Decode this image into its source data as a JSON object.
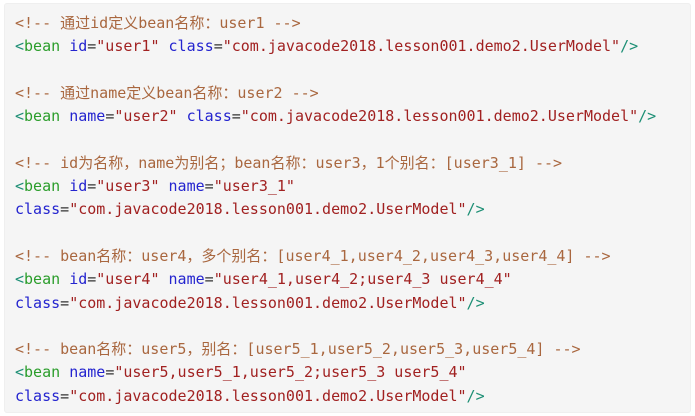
{
  "colors": {
    "page_background": "#ffffff",
    "code_background": "#f5f5f5",
    "text": "#333333",
    "comment": "#a9673f",
    "tag_delimiter": "#1d8f75",
    "tag_name": "#2a9d2a",
    "attribute_name": "#2424cf",
    "attribute_value": "#a12121"
  },
  "code_block": {
    "lines": [
      {
        "tokens": [
          [
            "comment",
            "<!-- 通过id定义bean名称：user1 -->"
          ]
        ]
      },
      {
        "tokens": [
          [
            "punct",
            "<"
          ],
          [
            "tag",
            "bean"
          ],
          [
            "plain",
            " "
          ],
          [
            "attr",
            "id"
          ],
          [
            "plain",
            "="
          ],
          [
            "str",
            "\"user1\""
          ],
          [
            "plain",
            " "
          ],
          [
            "attr",
            "class"
          ],
          [
            "plain",
            "="
          ],
          [
            "str",
            "\"com.javacode2018.lesson001.demo2.UserModel\""
          ],
          [
            "punct",
            "/>"
          ]
        ]
      },
      {
        "tokens": []
      },
      {
        "tokens": [
          [
            "comment",
            "<!-- 通过name定义bean名称：user2 -->"
          ]
        ]
      },
      {
        "tokens": [
          [
            "punct",
            "<"
          ],
          [
            "tag",
            "bean"
          ],
          [
            "plain",
            " "
          ],
          [
            "attr",
            "name"
          ],
          [
            "plain",
            "="
          ],
          [
            "str",
            "\"user2\""
          ],
          [
            "plain",
            " "
          ],
          [
            "attr",
            "class"
          ],
          [
            "plain",
            "="
          ],
          [
            "str",
            "\"com.javacode2018.lesson001.demo2.UserModel\""
          ],
          [
            "punct",
            "/>"
          ]
        ]
      },
      {
        "tokens": []
      },
      {
        "tokens": [
          [
            "comment",
            "<!-- id为名称，name为别名；bean名称：user3，1个别名：[user3_1] -->"
          ]
        ]
      },
      {
        "tokens": [
          [
            "punct",
            "<"
          ],
          [
            "tag",
            "bean"
          ],
          [
            "plain",
            " "
          ],
          [
            "attr",
            "id"
          ],
          [
            "plain",
            "="
          ],
          [
            "str",
            "\"user3\""
          ],
          [
            "plain",
            " "
          ],
          [
            "attr",
            "name"
          ],
          [
            "plain",
            "="
          ],
          [
            "str",
            "\"user3_1\""
          ]
        ]
      },
      {
        "tokens": [
          [
            "attr",
            "class"
          ],
          [
            "plain",
            "="
          ],
          [
            "str",
            "\"com.javacode2018.lesson001.demo2.UserModel\""
          ],
          [
            "punct",
            "/>"
          ]
        ]
      },
      {
        "tokens": []
      },
      {
        "tokens": [
          [
            "comment",
            "<!-- bean名称：user4，多个别名：[user4_1,user4_2,user4_3,user4_4] -->"
          ]
        ]
      },
      {
        "tokens": [
          [
            "punct",
            "<"
          ],
          [
            "tag",
            "bean"
          ],
          [
            "plain",
            " "
          ],
          [
            "attr",
            "id"
          ],
          [
            "plain",
            "="
          ],
          [
            "str",
            "\"user4\""
          ],
          [
            "plain",
            " "
          ],
          [
            "attr",
            "name"
          ],
          [
            "plain",
            "="
          ],
          [
            "str",
            "\"user4_1,user4_2;user4_3 user4_4\""
          ]
        ]
      },
      {
        "tokens": [
          [
            "attr",
            "class"
          ],
          [
            "plain",
            "="
          ],
          [
            "str",
            "\"com.javacode2018.lesson001.demo2.UserModel\""
          ],
          [
            "punct",
            "/>"
          ]
        ]
      },
      {
        "tokens": []
      },
      {
        "tokens": [
          [
            "comment",
            "<!-- bean名称：user5，别名：[user5_1,user5_2,user5_3,user5_4] -->"
          ]
        ]
      },
      {
        "tokens": [
          [
            "punct",
            "<"
          ],
          [
            "tag",
            "bean"
          ],
          [
            "plain",
            " "
          ],
          [
            "attr",
            "name"
          ],
          [
            "plain",
            "="
          ],
          [
            "str",
            "\"user5,user5_1,user5_2;user5_3 user5_4\""
          ]
        ]
      },
      {
        "tokens": [
          [
            "attr",
            "class"
          ],
          [
            "plain",
            "="
          ],
          [
            "str",
            "\"com.javacode2018.lesson001.demo2.UserModel\""
          ],
          [
            "punct",
            "/>"
          ]
        ]
      }
    ]
  }
}
